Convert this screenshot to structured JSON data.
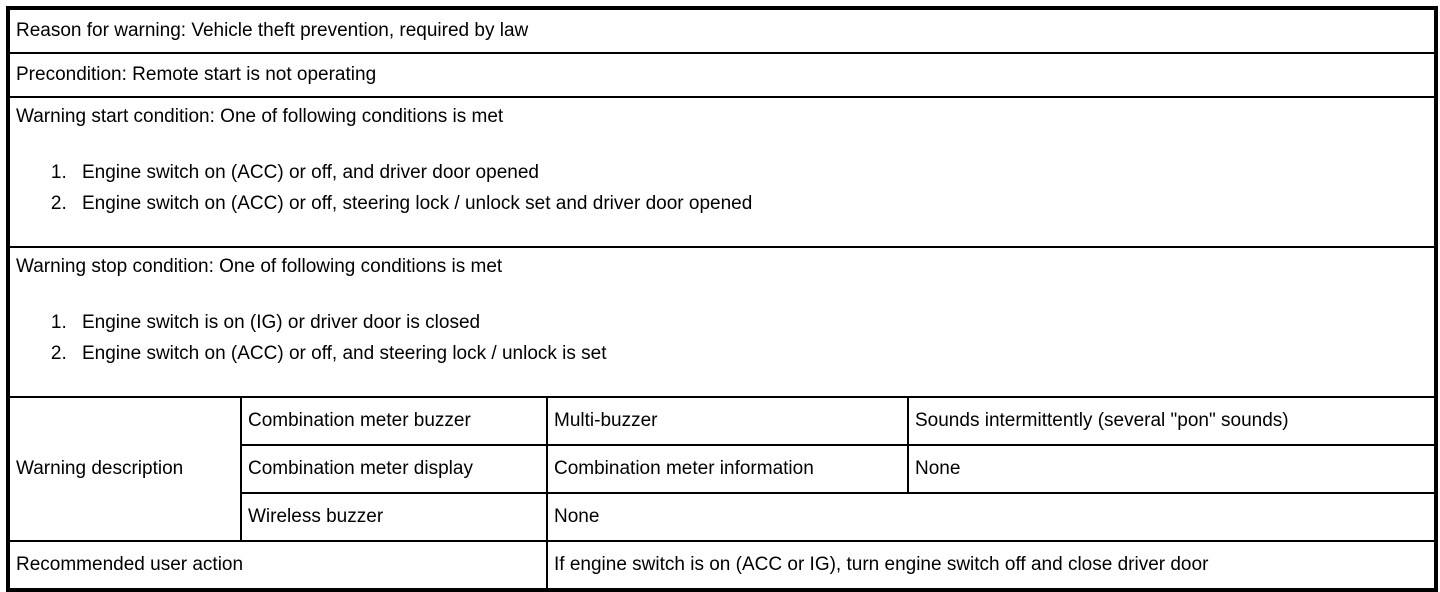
{
  "colors": {
    "text": "#000000",
    "background": "#ffffff",
    "border": "#000000"
  },
  "doc": {
    "reason": "Reason for warning: Vehicle theft prevention, required by law",
    "precondition": "Precondition: Remote start is not operating",
    "start": {
      "header": "Warning start condition: One of following conditions is met",
      "items": [
        "Engine switch on (ACC) or off, and driver door opened",
        "Engine switch on (ACC) or off, steering lock / unlock set and driver door opened"
      ]
    },
    "stop": {
      "header": "Warning stop condition: One of following conditions is met",
      "items": [
        "Engine switch is on (IG) or driver door is closed",
        "Engine switch on (ACC) or off, and steering lock / unlock is set"
      ]
    },
    "description": {
      "label": "Warning description",
      "rows": [
        {
          "channel": "Combination meter buzzer",
          "detail": "Multi-buzzer",
          "value": "Sounds intermittently (several \"pon\" sounds)"
        },
        {
          "channel": "Combination meter display",
          "detail": "Combination meter information",
          "value": "None"
        },
        {
          "channel": "Wireless buzzer",
          "value": "None"
        }
      ]
    },
    "action": {
      "label": "Recommended user action",
      "value": "If engine switch is on (ACC or IG), turn engine switch off and close driver door"
    }
  }
}
